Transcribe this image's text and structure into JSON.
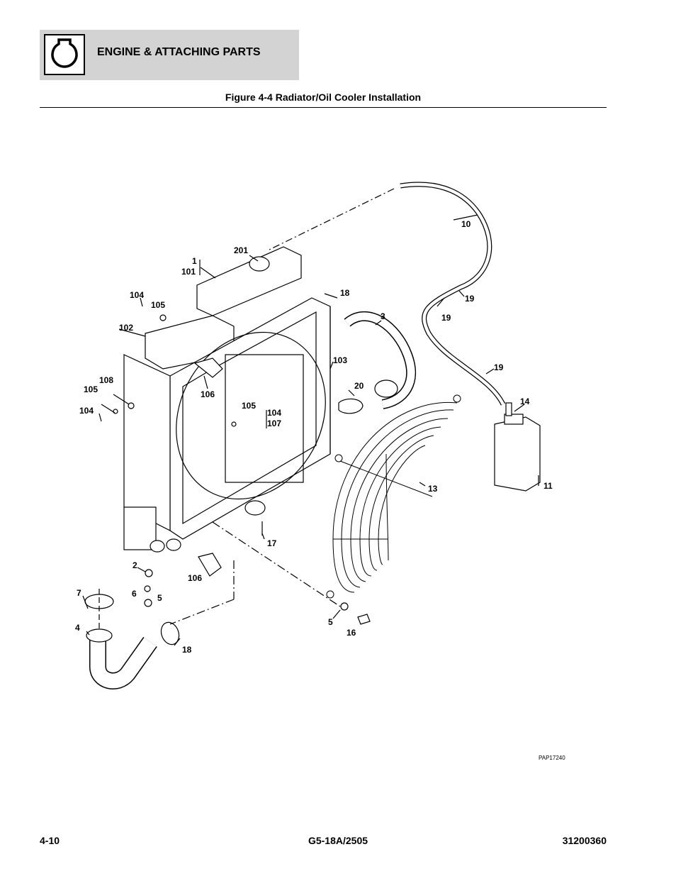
{
  "header": {
    "section_title": "ENGINE & ATTACHING PARTS"
  },
  "figure": {
    "title": "Figure 4-4 Radiator/Oil Cooler Installation",
    "code": "PAP17240"
  },
  "callouts": {
    "c1": "1",
    "c101": "101",
    "c201": "201",
    "c104a": "104",
    "c105a": "105",
    "c102": "102",
    "c18a": "18",
    "c3": "3",
    "c10": "10",
    "c19a": "19",
    "c19b": "19",
    "c103": "103",
    "c108": "108",
    "c105b": "105",
    "c104b": "104",
    "c106a": "106",
    "c20": "20",
    "c105c": "105",
    "c104c": "104",
    "c107": "107",
    "c19c": "19",
    "c14": "14",
    "c11": "11",
    "c13": "13",
    "c17": "17",
    "c2": "2",
    "c106b": "106",
    "c7": "7",
    "c6": "6",
    "c5a": "5",
    "c4": "4",
    "c18b": "18",
    "c5b": "5",
    "c16": "16"
  },
  "footer": {
    "page": "4-10",
    "model": "G5-18A/2505",
    "doc_number": "31200360"
  }
}
